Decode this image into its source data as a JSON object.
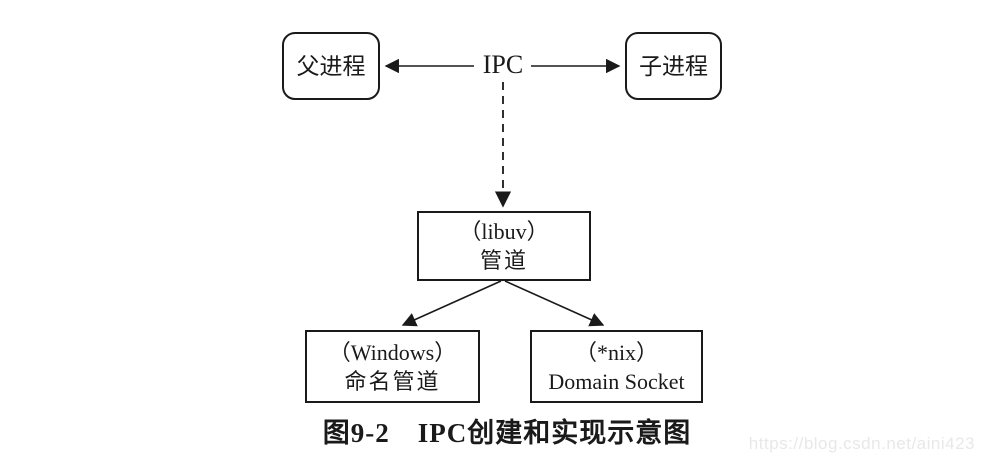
{
  "diagram": {
    "nodes": {
      "parent_process": {
        "label": "父进程"
      },
      "child_process": {
        "label": "子进程"
      },
      "ipc_link": {
        "label": "IPC"
      },
      "libuv_pipe": {
        "line1": "（libuv）",
        "line2": "管道"
      },
      "windows_named_pipe": {
        "line1": "（Windows）",
        "line2": "命名管道"
      },
      "nix_domain_socket": {
        "line1": "（*nix）",
        "line2": "Domain Socket"
      }
    },
    "edges": [
      {
        "from": "ipc_link",
        "to": "parent_process",
        "style": "solid-arrow"
      },
      {
        "from": "ipc_link",
        "to": "child_process",
        "style": "solid-arrow"
      },
      {
        "from": "ipc_link",
        "to": "libuv_pipe",
        "style": "dashed-arrow"
      },
      {
        "from": "libuv_pipe",
        "to": "windows_named_pipe",
        "style": "solid-arrow"
      },
      {
        "from": "libuv_pipe",
        "to": "nix_domain_socket",
        "style": "solid-arrow"
      }
    ],
    "caption": "图9-2　IPC创建和实现示意图",
    "watermark": "https://blog.csdn.net/aini423",
    "colors": {
      "stroke": "#1a1a1a",
      "background": "#ffffff",
      "watermark_text": "#e8e8e8"
    }
  }
}
